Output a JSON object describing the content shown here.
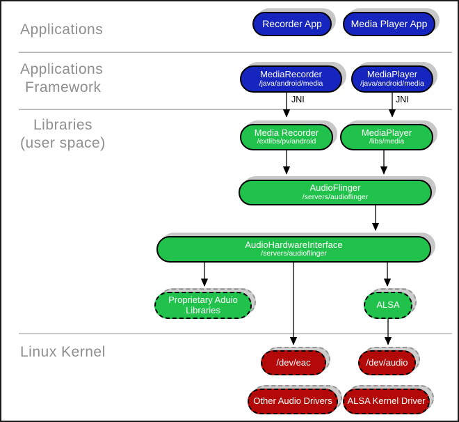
{
  "colors": {
    "app_blue": "#1625be",
    "library_green": "#21c24b",
    "kernel_red": "#b30909",
    "shadow_gray": "#c7c7c7",
    "label_gray": "#8e8e8e",
    "divider_gray": "#b3b3b3"
  },
  "layers": {
    "applications": "Applications",
    "framework_line1": "Applications",
    "framework_line2": "Framework",
    "libraries_line1": "Libraries",
    "libraries_line2": "(user space)",
    "kernel": "Linux Kernel"
  },
  "jni": {
    "left": "JNI",
    "right": "JNI"
  },
  "nodes": {
    "recorder_app": {
      "title": "Recorder App"
    },
    "media_player_app": {
      "title": "Media Player App"
    },
    "media_recorder_fw": {
      "title": "MediaRecorder",
      "subtitle": "/java/android/media"
    },
    "media_player_fw": {
      "title": "MediaPlayer",
      "subtitle": "/java/android/media"
    },
    "media_recorder_lib": {
      "title": "Media Recorder",
      "subtitle": "/extlibs/pv/android"
    },
    "media_player_lib": {
      "title": "MediaPlayer",
      "subtitle": "/libs/media"
    },
    "audio_flinger": {
      "title": "AudioFlinger",
      "subtitle": "/servers/audioflinger"
    },
    "audio_hardware_interface": {
      "title": "AudioHardwareInterface",
      "subtitle": "/servers/audioflinger"
    },
    "proprietary_audio_libraries": {
      "title": "Proprietary Aduio",
      "line2": "Libraries"
    },
    "alsa": {
      "title": "ALSA"
    },
    "dev_eac": {
      "title": "/dev/eac"
    },
    "dev_audio": {
      "title": "/dev/audio"
    },
    "other_audio_drivers": {
      "title": "Other Audio Drivers"
    },
    "alsa_kernel_driver": {
      "title": "ALSA Kernel Driver"
    }
  }
}
